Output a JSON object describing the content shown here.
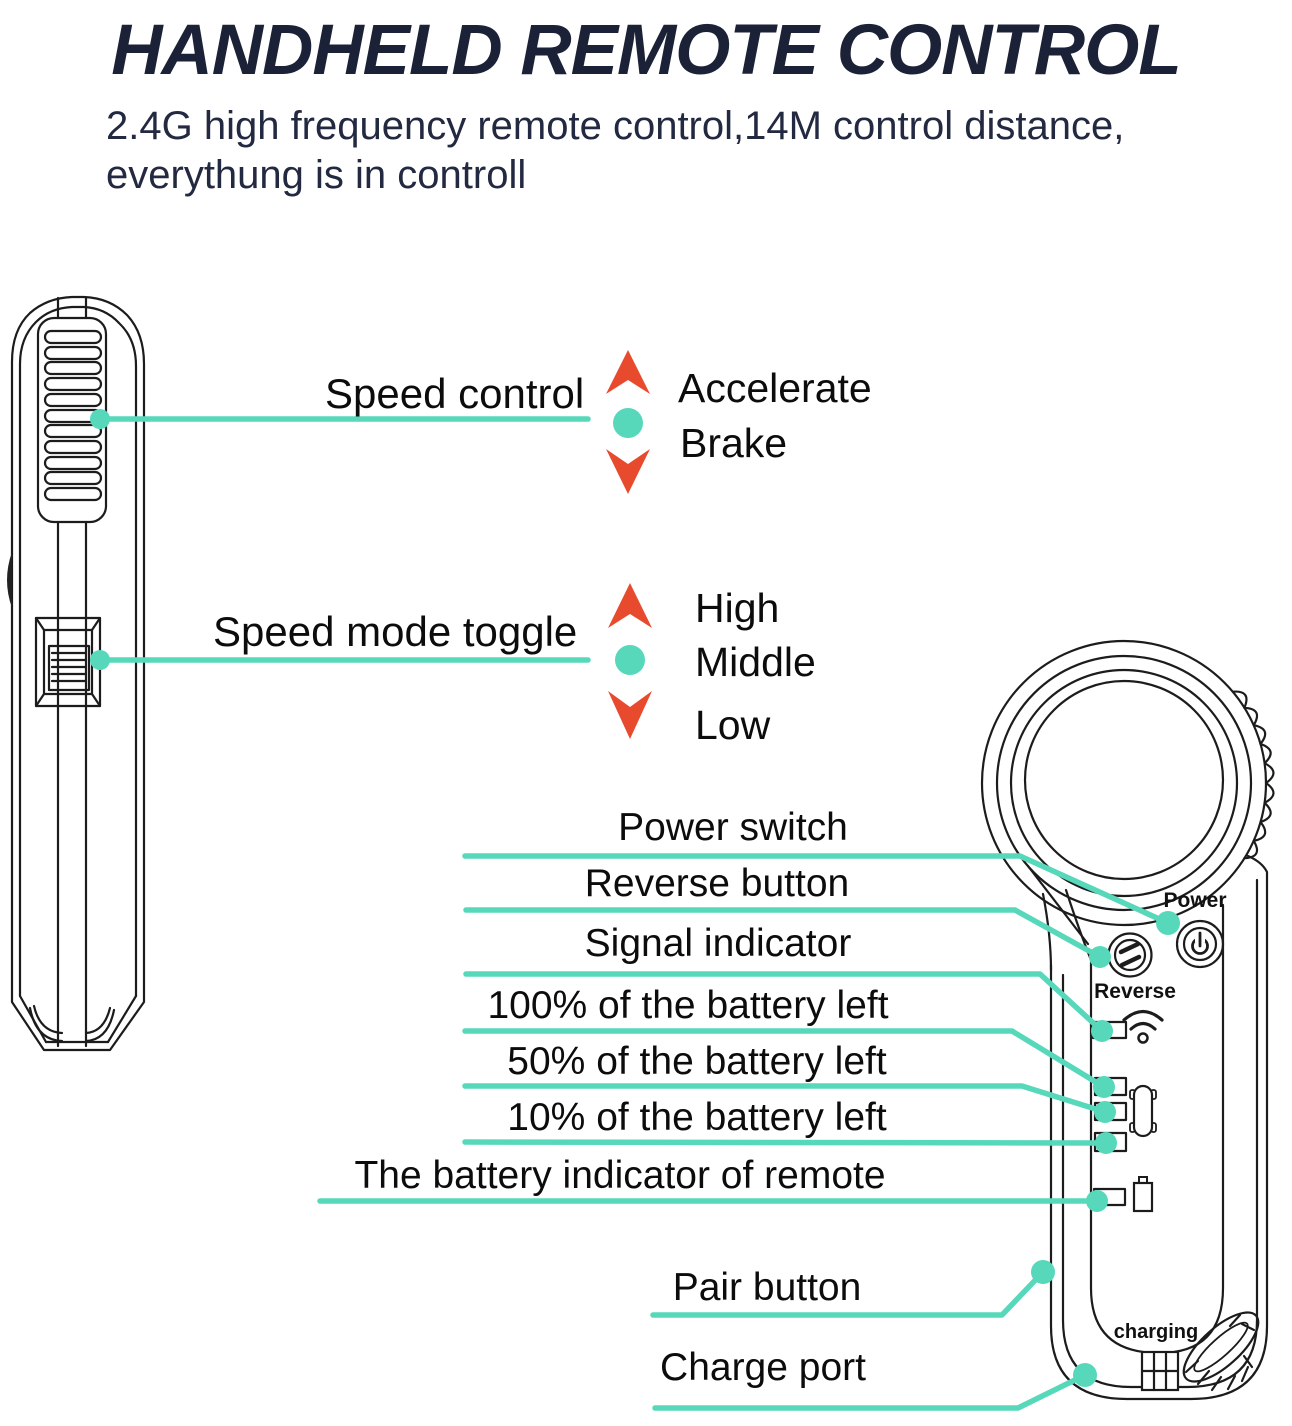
{
  "header": {
    "title": "HANDHELD REMOTE CONTROL",
    "subtitle_line1": "2.4G high frequency remote control,14M control distance,",
    "subtitle_line2": "everythung is in controll"
  },
  "colors": {
    "accent_teal": "#57d8ba",
    "arrow_red": "#e84a2d",
    "title_navy": "#1b2136",
    "drawing_black": "#1c1c1c"
  },
  "speed_control": {
    "label": "Speed control",
    "accelerate": "Accelerate",
    "brake": "Brake"
  },
  "speed_mode": {
    "label": "Speed mode toggle",
    "high": "High",
    "middle": "Middle",
    "low": "Low"
  },
  "callouts": {
    "power_switch": "Power switch",
    "reverse_button": "Reverse button",
    "signal_indicator": "Signal indicator",
    "battery_100": "100% of the battery left",
    "battery_50": "50% of the battery left",
    "battery_10": "10% of the battery left",
    "battery_remote": "The battery indicator of remote",
    "pair_button": "Pair button",
    "charge_port": "Charge port"
  },
  "device_labels": {
    "power": "Power",
    "reverse": "Reverse",
    "charging": "charging"
  }
}
